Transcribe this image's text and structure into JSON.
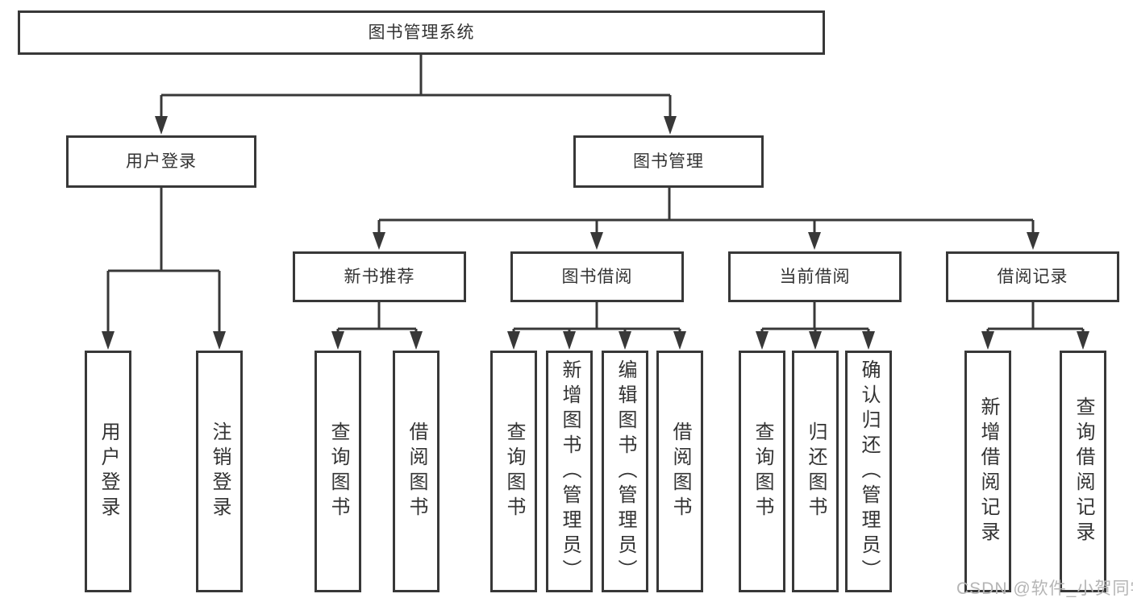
{
  "diagram": {
    "root": {
      "label": "图书管理系统"
    },
    "branches": [
      {
        "label": "用户登录",
        "children": [
          {
            "label": "用户登录"
          },
          {
            "label": "注销登录"
          }
        ]
      },
      {
        "label": "图书管理",
        "children": [
          {
            "label": "新书推荐",
            "children": [
              {
                "label": "查询图书"
              },
              {
                "label": "借阅图书"
              }
            ]
          },
          {
            "label": "图书借阅",
            "children": [
              {
                "label": "查询图书"
              },
              {
                "label": "新增图书（管理员）"
              },
              {
                "label": "编辑图书（管理员）"
              },
              {
                "label": "借阅图书"
              }
            ]
          },
          {
            "label": "当前借阅",
            "children": [
              {
                "label": "查询图书"
              },
              {
                "label": "归还图书"
              },
              {
                "label": "确认归还（管理员）"
              }
            ]
          },
          {
            "label": "借阅记录",
            "children": [
              {
                "label": "新增借阅记录"
              },
              {
                "label": "查询借阅记录"
              }
            ]
          }
        ]
      }
    ]
  },
  "watermark": {
    "text": "CSDN @软件_小贺同学"
  },
  "colors": {
    "line": "#383838",
    "box_border": "#383838",
    "box_fill": "#ffffff",
    "text": "#333333",
    "watermark": "#b5b5b5",
    "background": "#ffffff"
  }
}
